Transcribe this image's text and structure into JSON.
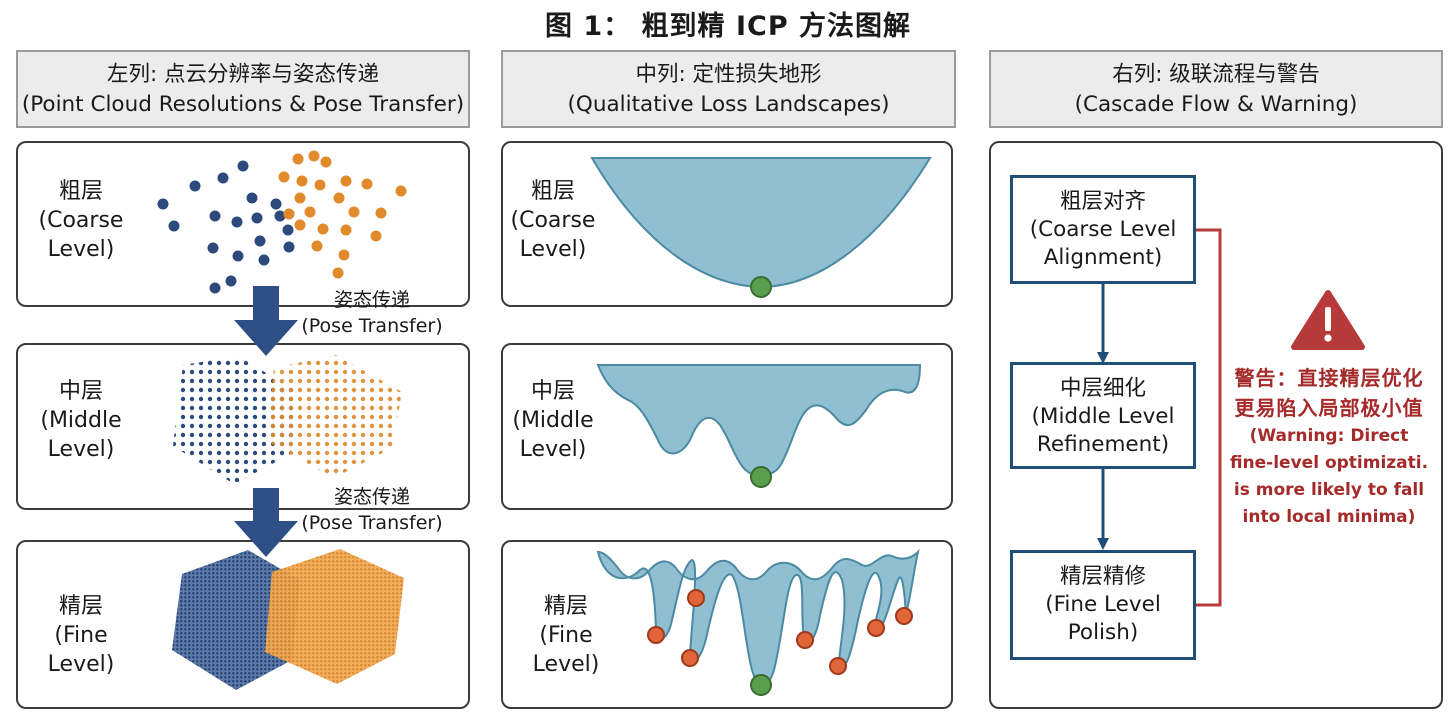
{
  "title": "图 1： 粗到精 ICP 方法图解",
  "columns": {
    "left": {
      "header_cn": "左列: 点云分辨率与姿态传递",
      "header_en": "(Point Cloud Resolutions & Pose Transfer)",
      "levels": [
        {
          "cn": "粗层",
          "en1": "(Coarse",
          "en2": "Level)"
        },
        {
          "cn": "中层",
          "en1": "(Middle",
          "en2": "Level)"
        },
        {
          "cn": "精层",
          "en1": "(Fine Level)",
          "en2": ""
        }
      ],
      "transfers": [
        {
          "cn": "姿态传递",
          "en": "(Pose Transfer)"
        },
        {
          "cn": "姿态传递",
          "en": "(Pose Transfer)"
        }
      ]
    },
    "middle": {
      "header_cn": "中列: 定性损失地形",
      "header_en": "(Qualitative Loss Landscapes)",
      "levels": [
        {
          "cn": "粗层",
          "en1": "(Coarse",
          "en2": "Level)"
        },
        {
          "cn": "中层",
          "en1": "(Middle",
          "en2": "Level)"
        },
        {
          "cn": "精层",
          "en1": "(Fine Level)",
          "en2": ""
        }
      ]
    },
    "right": {
      "header_cn": "右列: 级联流程与警告",
      "header_en": "(Cascade Flow & Warning)",
      "steps": [
        {
          "cn": "粗层对齐",
          "en1": "(Coarse Level",
          "en2": "Alignment)"
        },
        {
          "cn": "中层细化",
          "en1": "(Middle Level",
          "en2": "Refinement)"
        },
        {
          "cn": "精层精修",
          "en1": "(Fine Level",
          "en2": "Polish)"
        }
      ],
      "warning": {
        "cn1": "警告：直接精层优化",
        "cn2": "更易陷入局部极小值",
        "en1": "(Warning: Direct",
        "en2": "fine-level optimizati.",
        "en3": "is more likely to fall",
        "en4": "into local minima)",
        "icon": "warning-triangle-icon"
      }
    }
  },
  "colors": {
    "blue_points": "#2c4a7c",
    "orange_points": "#e08a2c",
    "arrow_blue": "#2d4f86",
    "landscape_fill": "#8fbfd0",
    "landscape_stroke": "#4c8aa3",
    "global_min": "#5a9e4e",
    "local_min": "#e0663a",
    "box_border": "#1f4e79",
    "warning_red": "#b73a3a"
  }
}
